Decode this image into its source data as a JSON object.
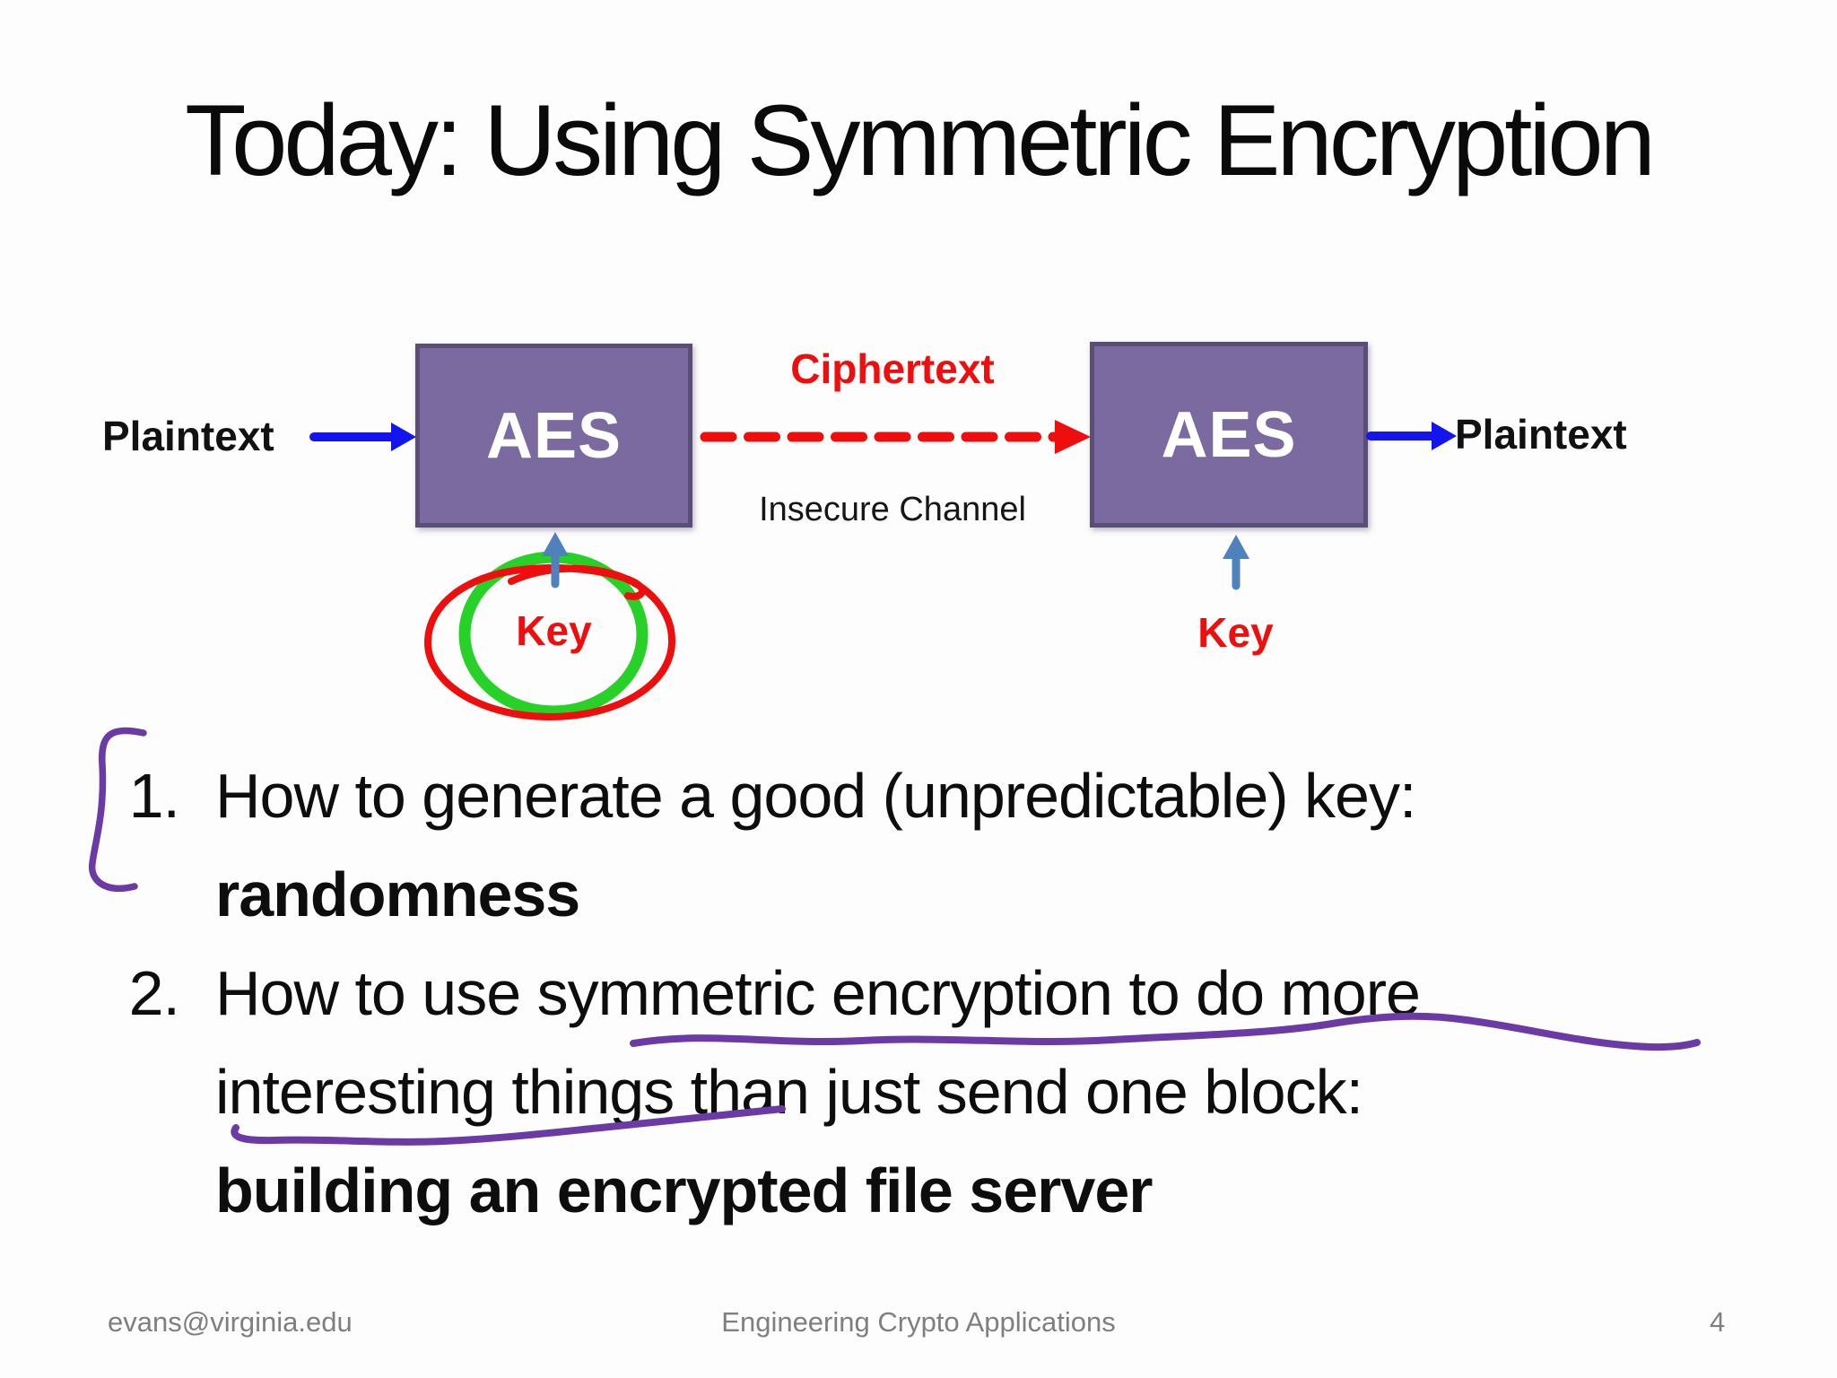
{
  "slide": {
    "title": "Today: Using Symmetric Encryption",
    "diagram": {
      "plaintext_left": "Plaintext",
      "aes_left": "AES",
      "ciphertext_label": "Ciphertext",
      "channel_label": "Insecure Channel",
      "aes_right": "AES",
      "plaintext_right": "Plaintext",
      "key_left": "Key",
      "key_right": "Key"
    },
    "list": {
      "item1": {
        "number": "1.",
        "line1": "How to generate a good (unpredictable) key:",
        "emphasis": "randomness"
      },
      "item2": {
        "number": "2.",
        "line1": "How to use symmetric encryption to do more",
        "line2": "interesting things than just send one block:",
        "emphasis": "building an encrypted file server"
      }
    },
    "footer": {
      "email": "evans@virginia.edu",
      "course": "Engineering Crypto Applications",
      "page_number": "4"
    },
    "colors": {
      "box_fill": "#7B6AA0",
      "box_border": "#5A4E77",
      "arrow_blue": "#1414EE",
      "accent_red": "#EE0E0E",
      "key_arrow_blue": "#4F81BD",
      "annotation_green": "#27D127",
      "annotation_purple": "#6B3AA5",
      "footer_gray": "#7F7F7F",
      "text_black": "#111111"
    }
  }
}
